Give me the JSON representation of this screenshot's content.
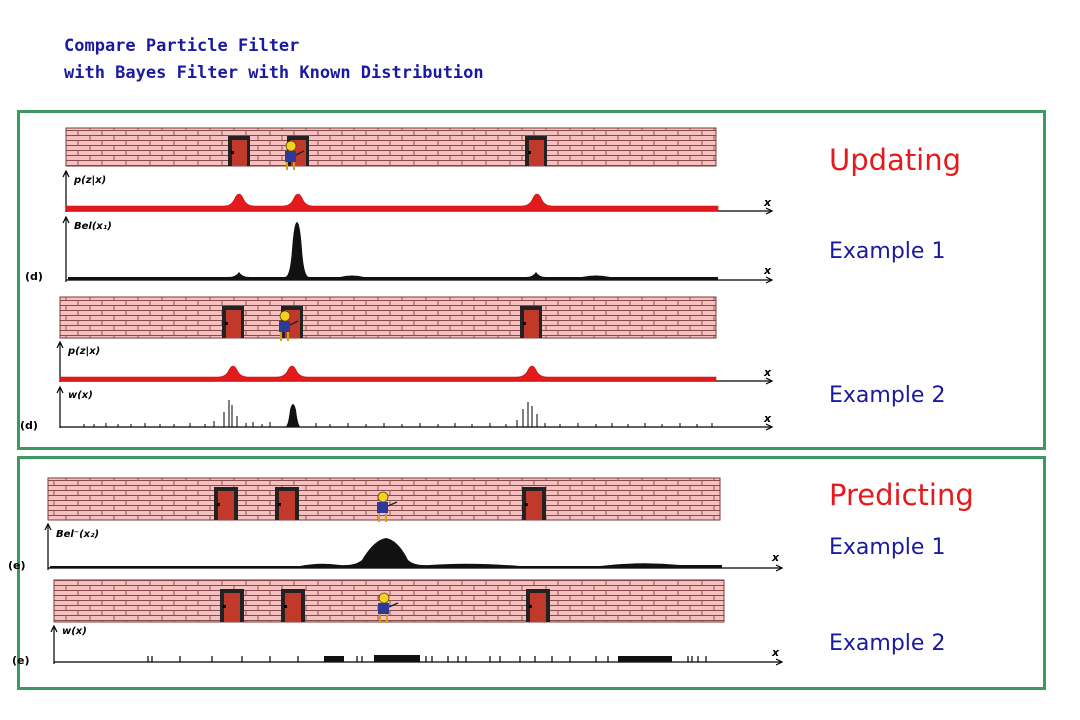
{
  "slide_title": {
    "line1": "Compare Particle Filter",
    "line2": "with Bayes Filter with Known Distribution"
  },
  "updating_panel": {
    "heading": "Updating",
    "example1": "Example 1",
    "example2": "Example 2",
    "panel_tag_1": "(d)",
    "panel_tag_2": "(d)",
    "plot_labels": {
      "likelihood_1": "p(z|x)",
      "belief": "Bel(x₁)",
      "likelihood_2": "p(z|x)",
      "weights": "w(x)",
      "axis": "x"
    }
  },
  "predicting_panel": {
    "heading": "Predicting",
    "example1": "Example 1",
    "example2": "Example 2",
    "panel_tag_1": "(e)",
    "panel_tag_2": "(e)",
    "plot_labels": {
      "belief": "Bel⁻(x₂)",
      "weights": "w(x)",
      "axis": "x"
    }
  },
  "colors": {
    "accent": "#e41a1c",
    "example_text": "#1a1aa0",
    "panel_border": "#3c9a5f",
    "wall": "#f5c0c0",
    "door": "#c0392b"
  }
}
